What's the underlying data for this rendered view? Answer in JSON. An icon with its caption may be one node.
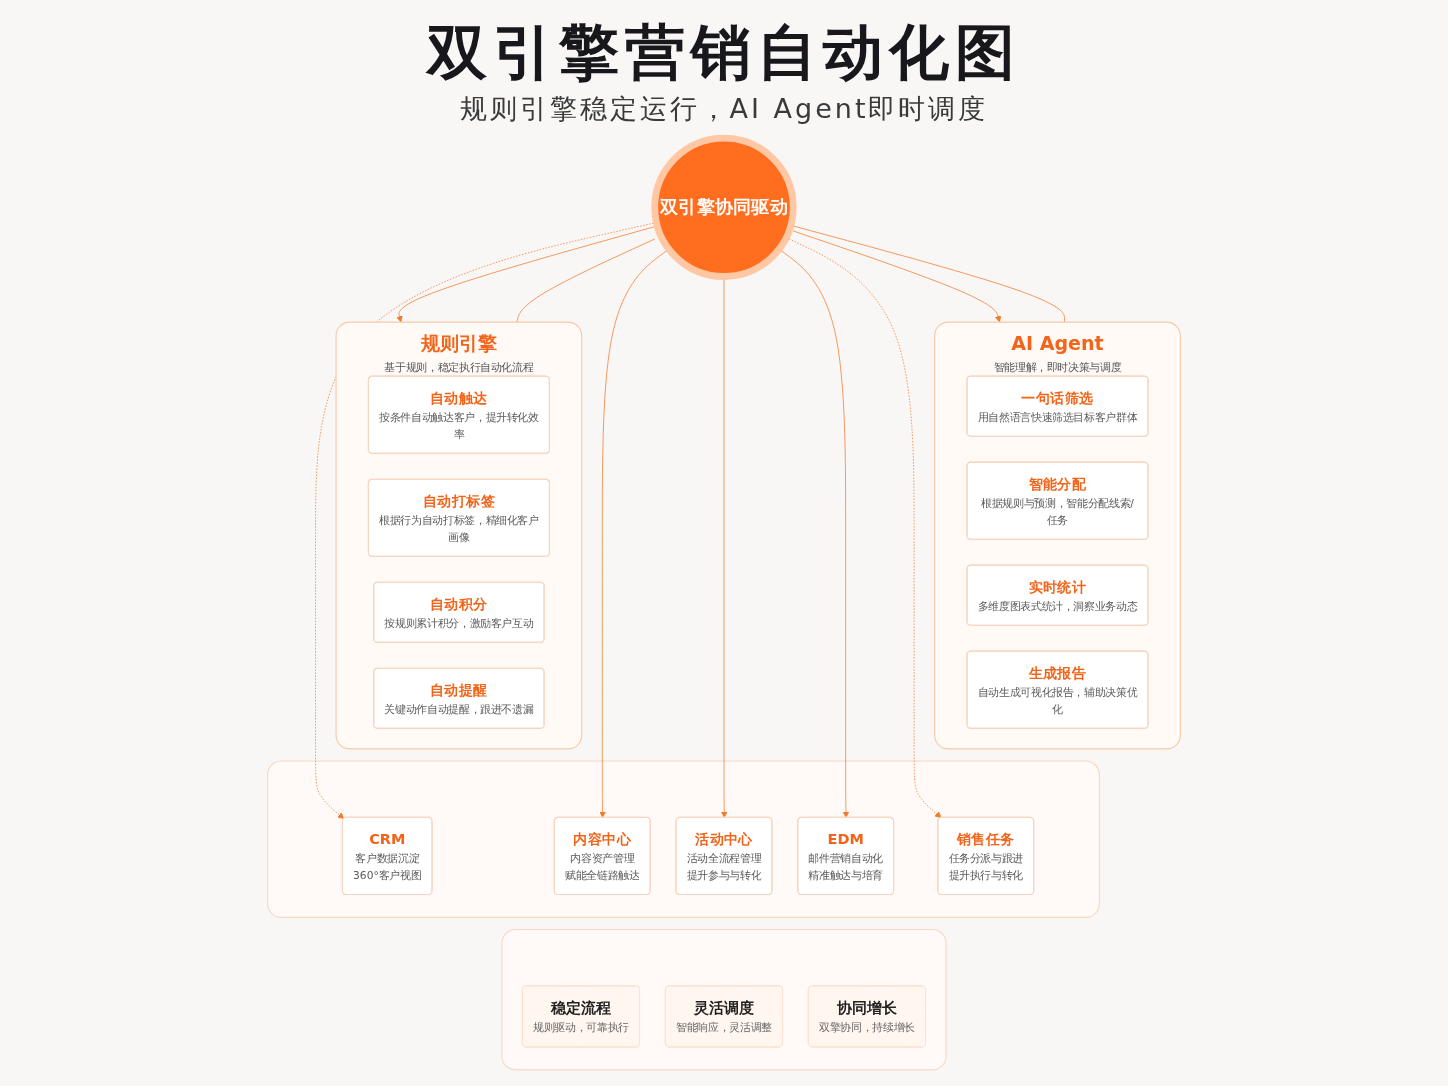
{
  "diagram": {
    "title": "双引擎营销自动化图",
    "nodes": [
      {
        "text": [
          "规则引擎",
          "基于规则，稳定执行自动化流程"
        ]
      },
      {
        "text": [
          "自动触达",
          "按条件自动触达客户，提升转化效率"
        ],
        "in": 0
      },
      {
        "text": [
          "自动打标签",
          "根据行为自动打标签，精细化客户画像"
        ],
        "in": 0
      },
      {
        "text": [
          "自动积分",
          "按规则累计积分，激励客户互动"
        ],
        "in": 0
      },
      {
        "text": [
          "自动提醒",
          "关键动作自动提醒，跟进不遗漏"
        ],
        "in": 0
      },
      {
        "text": [
          "双引擎协同驱动"
        ]
      },
      {
        "text": [
          "AI Agent",
          "智能理解，即时决策与调度"
        ]
      },
      {
        "text": [
          "一句话筛选",
          "用自然语言快速筛选目标客户群体"
        ],
        "in": 6
      },
      {
        "text": [
          "智能分配",
          "根据规则与预测，智能分配线索/任务"
        ],
        "in": 6
      },
      {
        "text": [
          "实时统计",
          "多维度图表式统计，洞察业务动态"
        ],
        "in": 6
      },
      {
        "text": [
          "生成报告",
          "自动生成可视化报告，辅助决策优化"
        ],
        "in": 6
      },
      {
        "text": [],
        "shape": "box"
      },
      {
        "text": [
          "CRM",
          "客户数据沉淀",
          "360°客户视图"
        ],
        "in": 11
      },
      {
        "text": [
          "内容中心",
          "内容资产管理",
          "赋能全链路触达"
        ],
        "in": 11
      },
      {
        "text": [
          "活动中心",
          "活动全流程管理",
          "提升参与与转化"
        ],
        "in": 11
      },
      {
        "text": [
          "EDM",
          "邮件营销自动化",
          "精准触达与培育"
        ],
        "in": 11
      },
      {
        "text": [
          "销售任务",
          "任务分派与跟进",
          "提升执行与转化"
        ],
        "in": 11
      },
      {
        "text": [],
        "shape": "box"
      },
      {
        "text": [
          "稳定流程",
          "规则驱动，可靠执行"
        ],
        "in": 17
      },
      {
        "text": [
          "灵活调度",
          "智能响应，灵活调整"
        ],
        "in": 17
      },
      {
        "text": [
          "协同增长",
          "双擎协同，持续增长"
        ],
        "in": 17
      }
    ],
    "edges": [
      {
        "from": 5,
        "to": 0,
        "arrow": "to"
      },
      {
        "from": 5,
        "to": 6,
        "arrow": "to"
      },
      {
        "from": 5,
        "to": 0,
        "arrow": "none"
      },
      {
        "from": 5,
        "to": 6,
        "arrow": "none"
      },
      {
        "from": 5,
        "to": 12,
        "arrow": "to",
        "style": "dashed"
      },
      {
        "from": 5,
        "to": 13,
        "arrow": "to"
      },
      {
        "from": 5,
        "to": 14,
        "arrow": "to"
      },
      {
        "from": 5,
        "to": 15,
        "arrow": "to"
      },
      {
        "from": 5,
        "to": 16,
        "arrow": "to",
        "style": "dashed"
      }
    ],
    "labels": [
      "规则引擎稳定运行，AI Agent即时调度"
    ]
  }
}
